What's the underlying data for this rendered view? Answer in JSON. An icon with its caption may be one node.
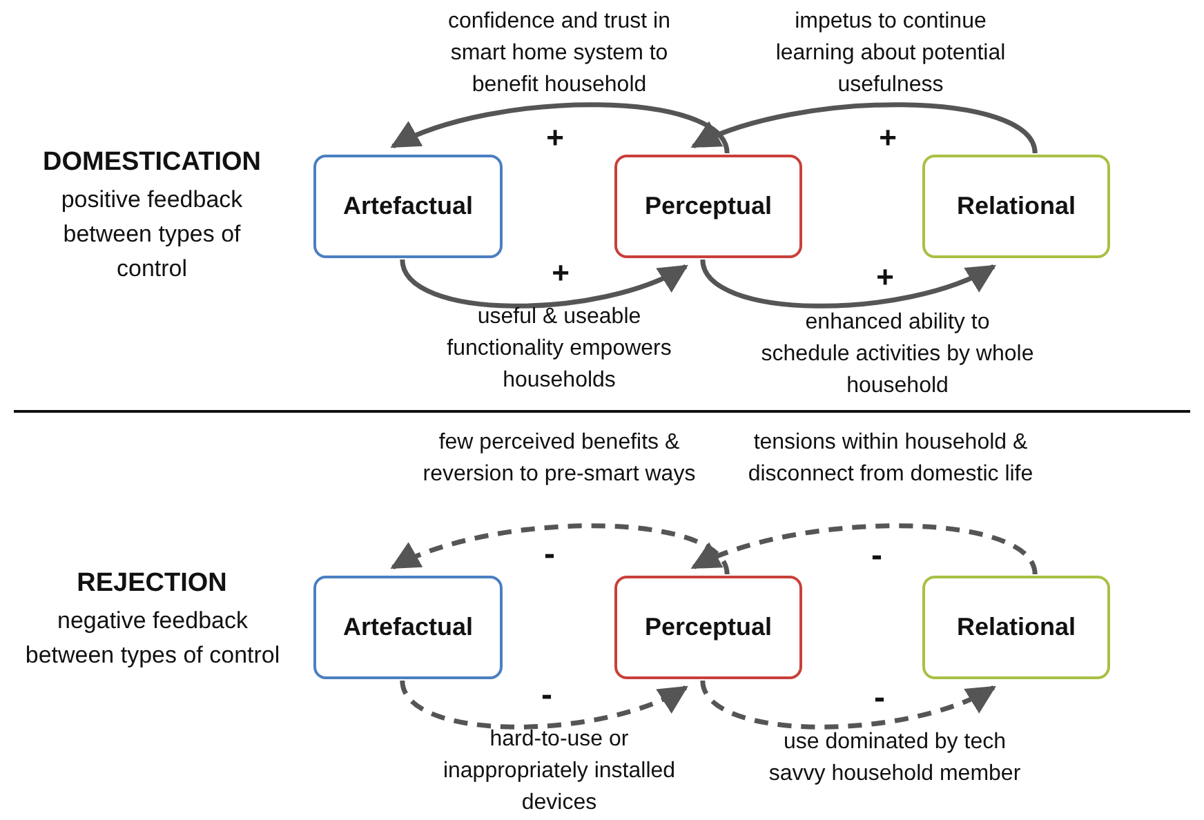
{
  "diagram": {
    "nodes": [
      {
        "text": [
          "Artefactual"
        ]
      },
      {
        "text": [
          "Perceptual"
        ]
      },
      {
        "text": [
          "Relational"
        ]
      },
      {
        "text": [
          "Artefactual"
        ]
      },
      {
        "text": [
          "Perceptual"
        ]
      },
      {
        "text": [
          "Relational"
        ]
      }
    ],
    "edges": [
      {
        "from": 1,
        "to": 0,
        "arrow": "to",
        "label": "confidence and trust in smart home system to benefit household"
      },
      {
        "from": 2,
        "to": 1,
        "arrow": "to",
        "label": "impetus to continue learning about potential usefulness"
      },
      {
        "from": 0,
        "to": 1,
        "arrow": "to",
        "label": "useful & useable functionality empowers households"
      },
      {
        "from": 1,
        "to": 2,
        "arrow": "to",
        "label": "enhanced ability to schedule activities by whole household"
      },
      {
        "from": 4,
        "to": 3,
        "arrow": "to",
        "style": "dashed",
        "label": "few perceived benefits & reversion to pre-smart ways"
      },
      {
        "from": 5,
        "to": 4,
        "arrow": "to",
        "style": "dashed",
        "label": "tensions within household & disconnect from domestic life"
      },
      {
        "from": 3,
        "to": 4,
        "arrow": "to",
        "style": "dashed",
        "label": "hard-to-use or inappropriately installed devices"
      },
      {
        "from": 4,
        "to": 5,
        "arrow": "to",
        "style": "dashed",
        "label": "use dominated by tech savvy household member"
      }
    ],
    "labels": [
      "DOMESTICATION",
      "positive feedback between types of control",
      "+",
      "+",
      "+",
      "+",
      "REJECTION",
      "negative feedback between types of control",
      "-",
      "-",
      "-",
      "-"
    ]
  }
}
